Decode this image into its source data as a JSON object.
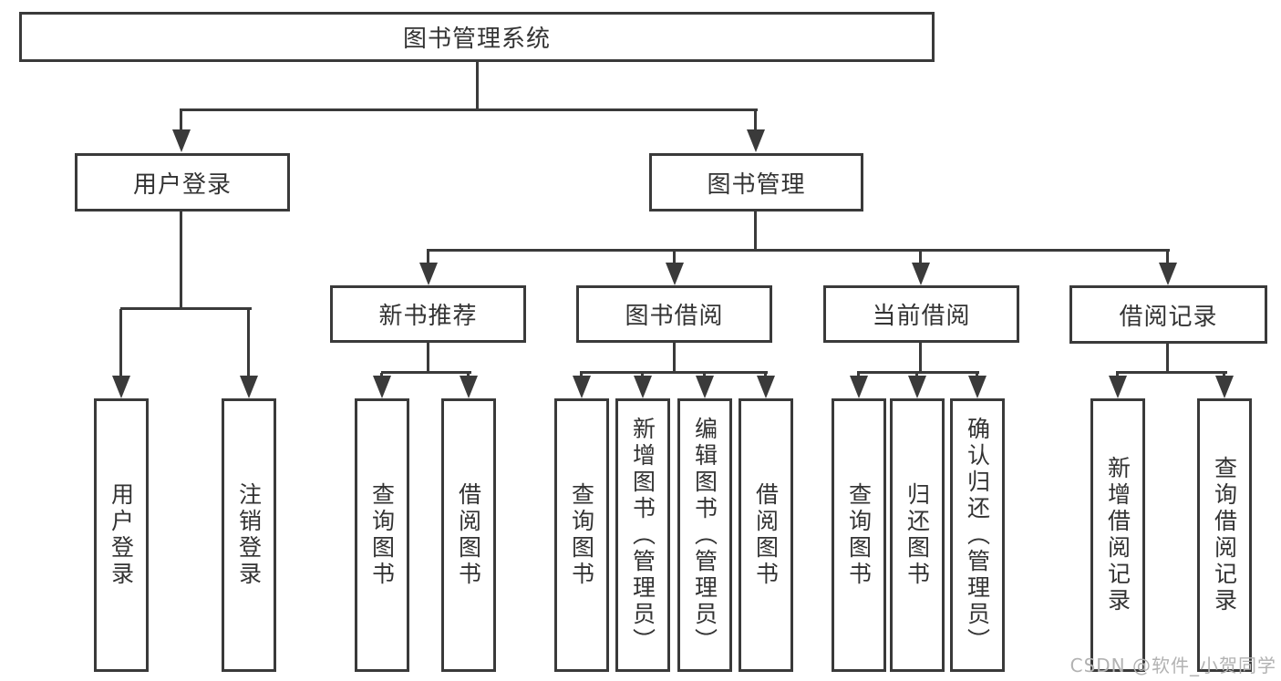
{
  "diagram": {
    "type": "hierarchy-tree",
    "tree": {
      "root": {
        "label": "图书管理系统"
      },
      "children": [
        {
          "label": "用户登录",
          "children": [
            {
              "label": "用户登录"
            },
            {
              "label": "注销登录"
            }
          ]
        },
        {
          "label": "图书管理",
          "children": [
            {
              "label": "新书推荐",
              "children": [
                {
                  "label": "查询图书"
                },
                {
                  "label": "借阅图书"
                }
              ]
            },
            {
              "label": "图书借阅",
              "children": [
                {
                  "label": "查询图书"
                },
                {
                  "label": "新增图书（管理员）"
                },
                {
                  "label": "编辑图书（管理员）"
                },
                {
                  "label": "借阅图书"
                }
              ]
            },
            {
              "label": "当前借阅",
              "children": [
                {
                  "label": "查询图书"
                },
                {
                  "label": "归还图书"
                },
                {
                  "label": "确认归还（管理员）"
                }
              ]
            },
            {
              "label": "借阅记录",
              "children": [
                {
                  "label": "新增借阅记录"
                },
                {
                  "label": "查询借阅记录"
                }
              ]
            }
          ]
        }
      ]
    },
    "colors": {
      "line": "#3a3a3a",
      "text": "#333333",
      "background": "#ffffff"
    }
  },
  "watermark": {
    "text": "CSDN @软件_小贺同学",
    "color": "#b2b2b2"
  }
}
